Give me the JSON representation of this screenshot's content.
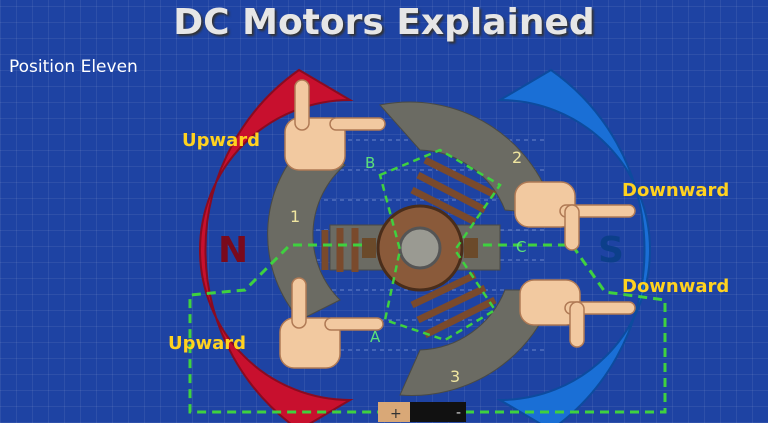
{
  "title": "DC Motors Explained",
  "position": "Position Eleven",
  "magnets": {
    "north": "N",
    "south": "S",
    "north_color": "#c8102e",
    "south_color": "#1a6fd6"
  },
  "rotor_poles": [
    "1",
    "2",
    "3"
  ],
  "commutator_contacts": [
    "A",
    "B",
    "C"
  ],
  "force_labels": {
    "top_left": "Upward",
    "bottom_left": "Upward",
    "top_right": "Downward",
    "bottom_right": "Downward"
  },
  "battery": {
    "positive": "+",
    "negative": "-"
  },
  "wire_color": "#3fd13f"
}
